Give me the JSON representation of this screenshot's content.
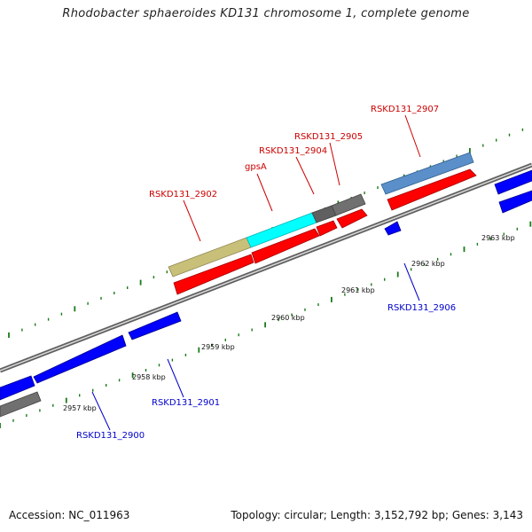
{
  "title": "Rhodobacter sphaeroides KD131 chromosome 1, complete genome",
  "accession_text": "Accession: NC_011963",
  "summary_text": "Topology: circular; Length: 3,152,792 bp; Genes: 3,143",
  "colors": {
    "forward_cds": "#ff0000",
    "reverse_cds": "#0000ff",
    "other_gene": "#808080",
    "highlight_gene": "#00ffff",
    "highlight_gene_alt": "#c8c078",
    "steel_gene": "#5b8fc9",
    "backbone": "#808080",
    "tick": "#1a7a1a",
    "forward_label": "#cc0000",
    "reverse_label": "#0000cc"
  },
  "tick_labels": [
    "2957 kbp",
    "2958 kbp",
    "2959 kbp",
    "2960 kbp",
    "2961 kbp",
    "2962 kbp",
    "2963 kbp"
  ],
  "gene_labels": {
    "forward": [
      "RSKD131_2902",
      "gpsA",
      "RSKD131_2904",
      "RSKD131_2905",
      "RSKD131_2907"
    ],
    "reverse": [
      "RSKD131_2900",
      "RSKD131_2901",
      "RSKD131_2906"
    ]
  }
}
